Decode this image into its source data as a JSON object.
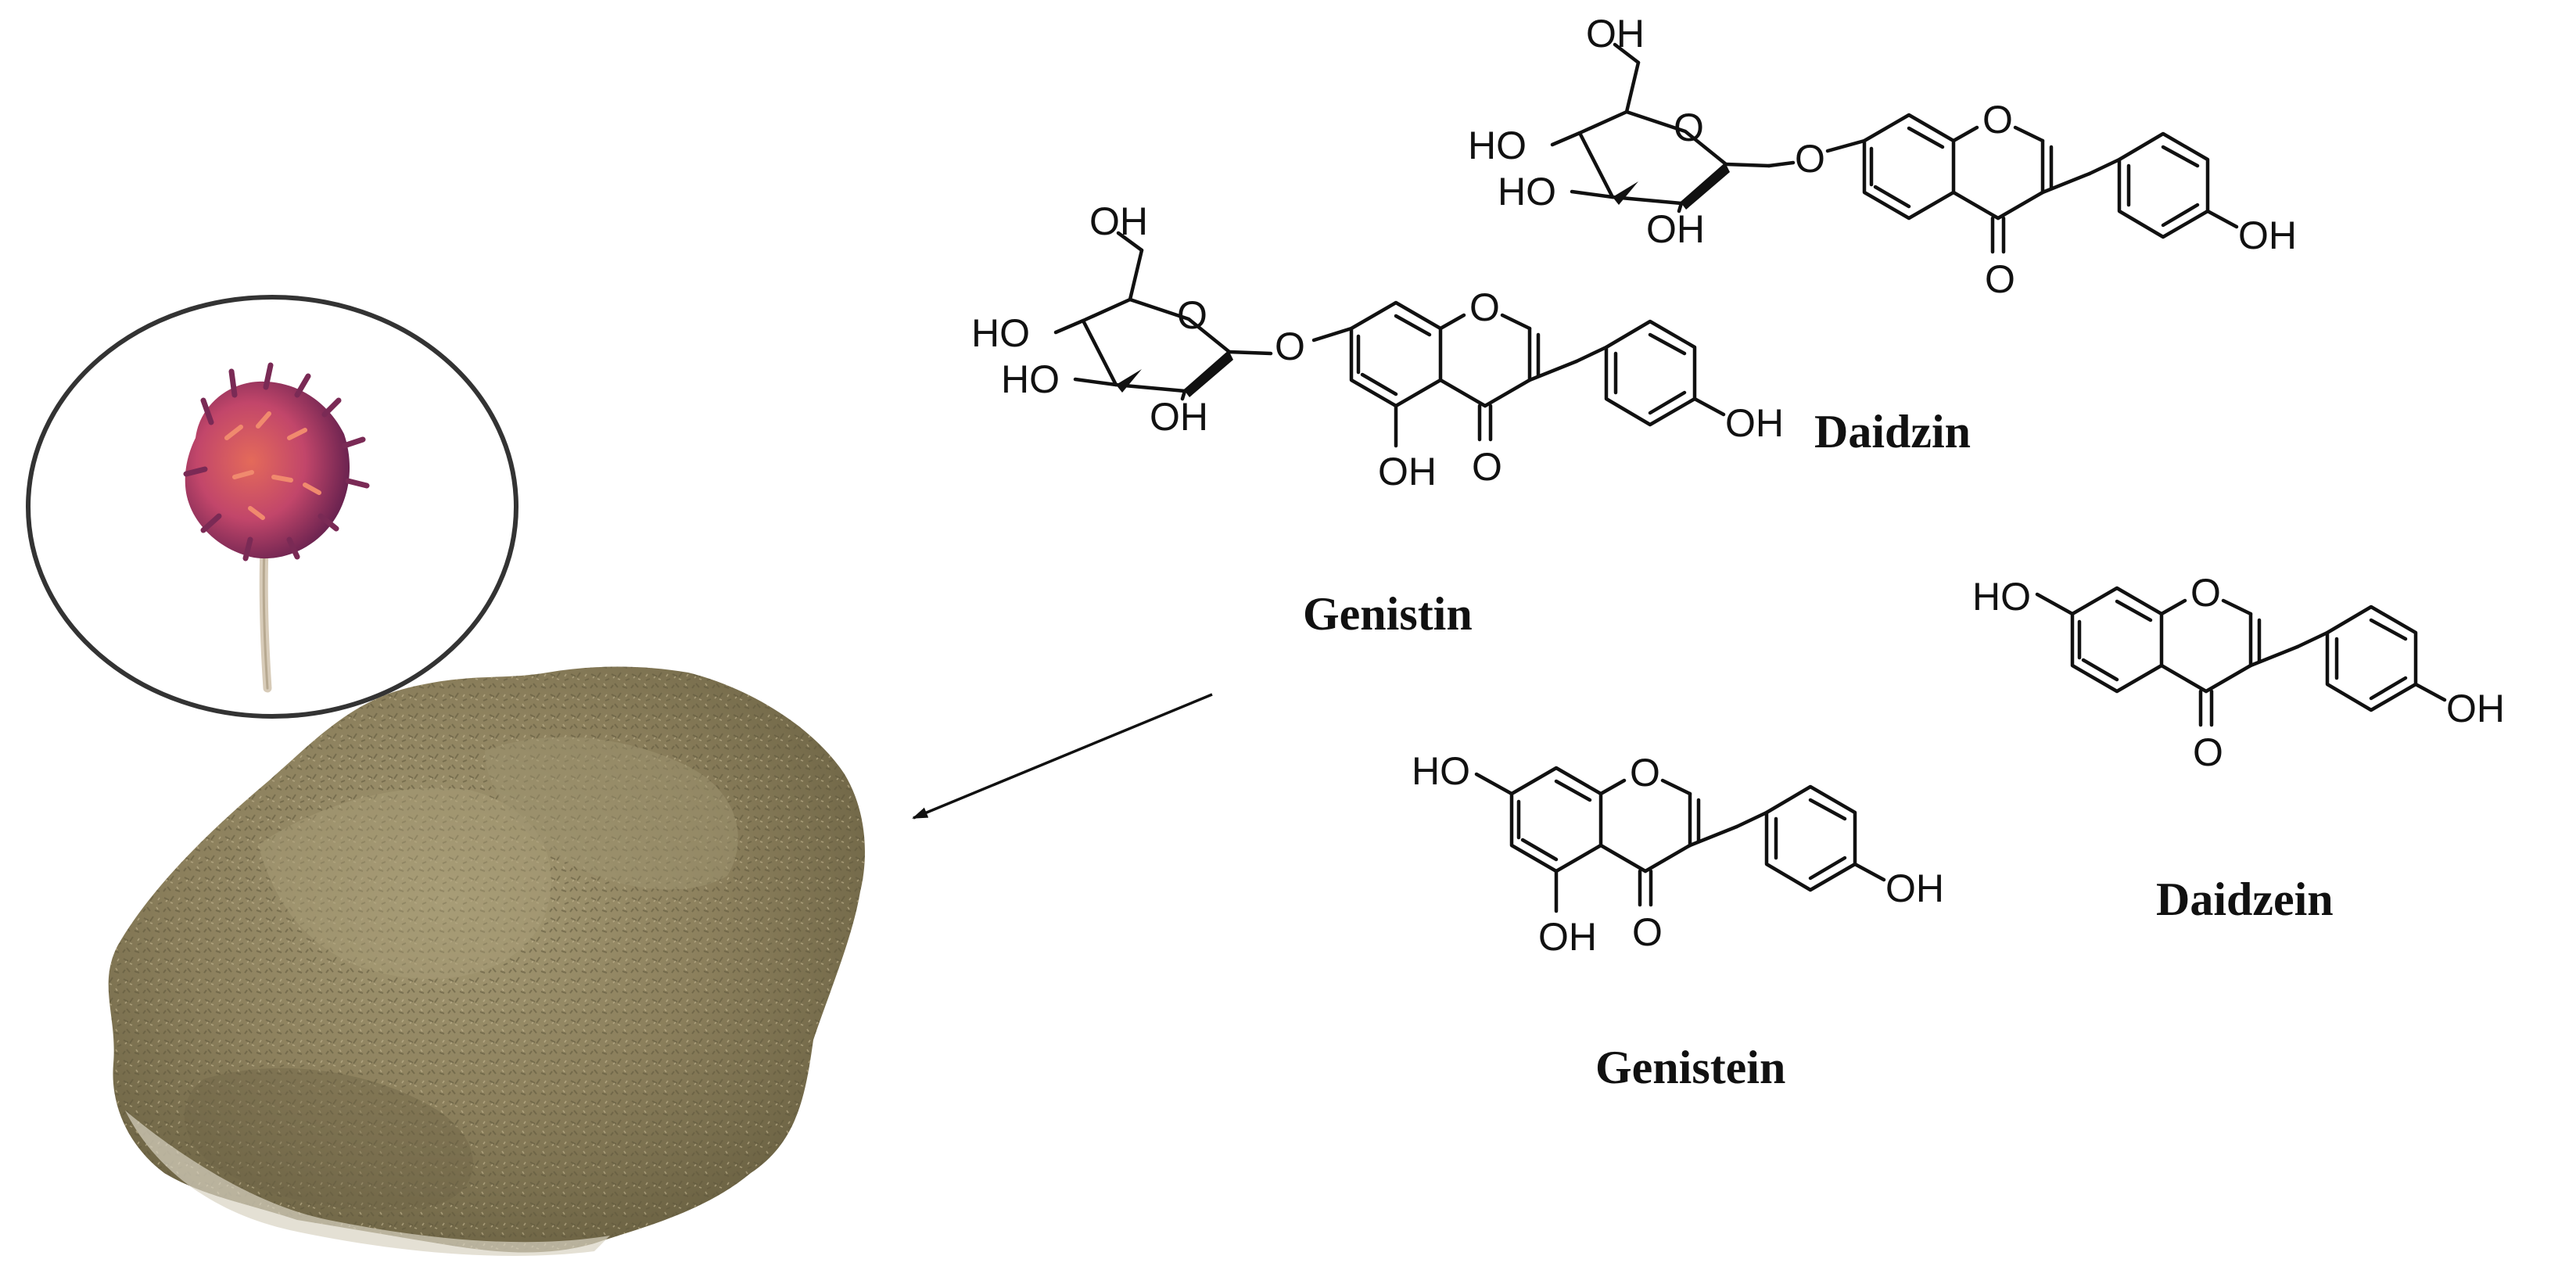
{
  "compounds": {
    "daidzin": {
      "name": "Daidzin"
    },
    "genistin": {
      "name": "Genistin"
    },
    "daidzein": {
      "name": "Daidzein"
    },
    "genistein": {
      "name": "Genistein"
    }
  },
  "atoms": {
    "oh": "OH",
    "ho": "HO",
    "o": "O"
  },
  "colors": {
    "line": "#111111",
    "flower_petal": "#c2466a",
    "flower_dark": "#7a2a55",
    "flower_tip": "#e46a5a",
    "stem": "#d7cbb8",
    "powder": "#8b7f5c",
    "powder_dark": "#5f573c",
    "powder_light": "#b2a680"
  }
}
